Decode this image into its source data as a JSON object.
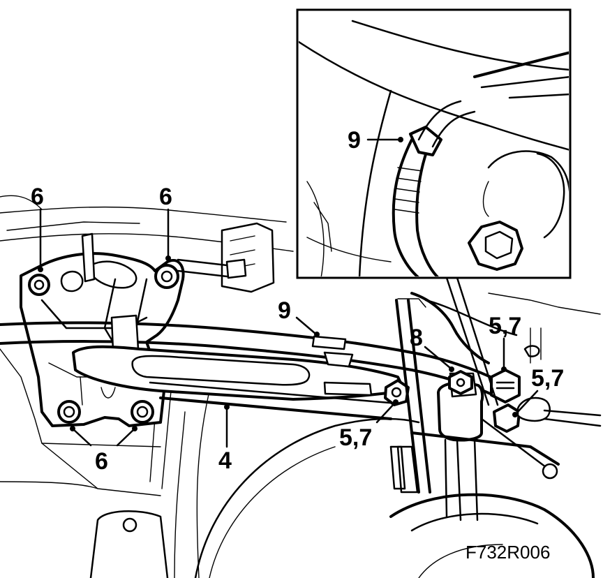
{
  "figure_id": "F732R006",
  "callouts": {
    "c6_a": "6",
    "c6_b": "6",
    "c6_c": "6",
    "c9_main": "9",
    "c9_inset": "9",
    "c8": "8",
    "c57_a": "5,7",
    "c57_b": "5,7",
    "c57_c": "5,7",
    "c4": "4"
  }
}
